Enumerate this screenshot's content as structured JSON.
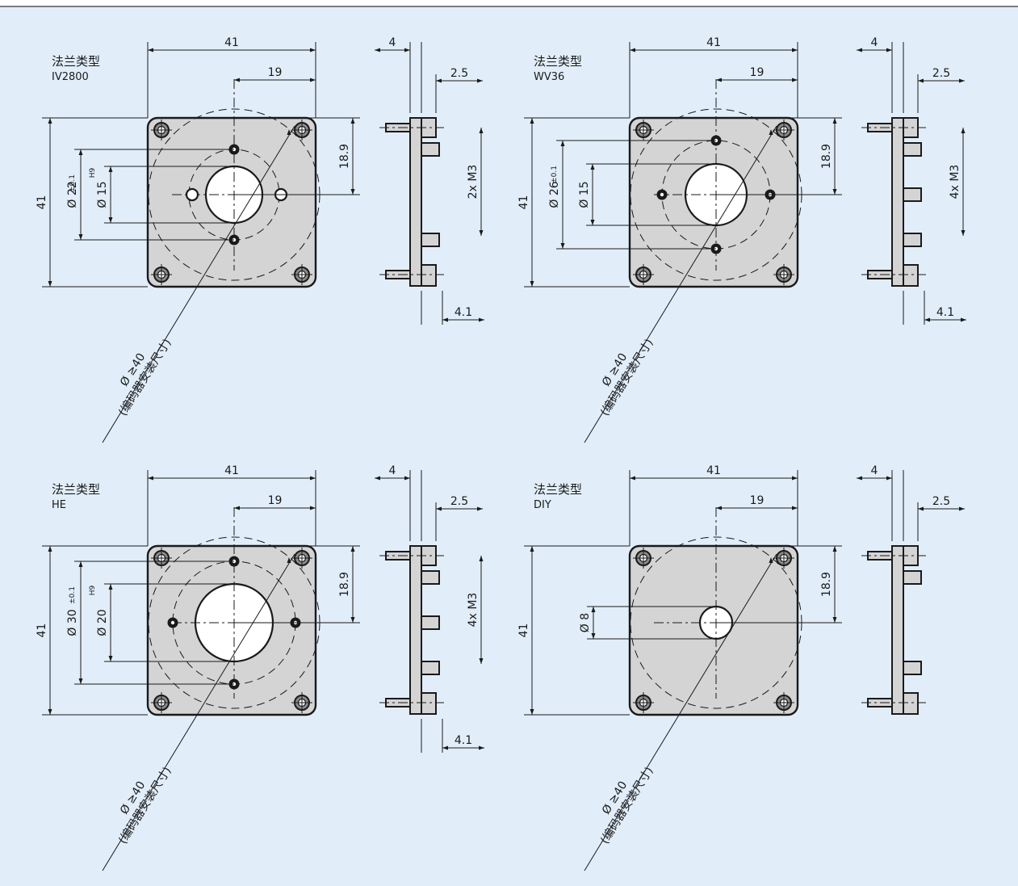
{
  "panels": [
    {
      "title": "法兰类型",
      "type_name": "IV2800",
      "dims": {
        "width": "41",
        "offset": "19",
        "height": "41",
        "vert": "18.9",
        "outer_dia": "Ø 22",
        "outer_tol": "±0.1",
        "inner_dia": "Ø 15",
        "inner_fit": "H9",
        "encoder": "Ø ≥40",
        "encoder_note": "(编码器安装尺寸)"
      },
      "side": {
        "t1": "4",
        "t2": "2.5",
        "thread": "2x M3",
        "t3": "4.1"
      }
    },
    {
      "title": "法兰类型",
      "type_name": "WV36",
      "dims": {
        "width": "41",
        "offset": "19",
        "height": "41",
        "vert": "18.9",
        "outer_dia": "Ø 26",
        "outer_tol": "±0.1",
        "inner_dia": "Ø 15",
        "inner_fit": "",
        "encoder": "Ø ≥40",
        "encoder_note": "(编码器安装尺寸)"
      },
      "side": {
        "t1": "4",
        "t2": "2.5",
        "thread": "4x M3",
        "t3": "4.1"
      }
    },
    {
      "title": "法兰类型",
      "type_name": "HE",
      "dims": {
        "width": "41",
        "offset": "19",
        "height": "41",
        "vert": "18.9",
        "outer_dia": "Ø 30",
        "outer_tol": "±0.1",
        "inner_dia": "Ø 20",
        "inner_fit": "H9",
        "encoder": "Ø ≥40",
        "encoder_note": "(编码器安装尺寸)"
      },
      "side": {
        "t1": "4",
        "t2": "2.5",
        "thread": "4x M3",
        "t3": "4.1"
      }
    },
    {
      "title": "法兰类型",
      "type_name": "DIY",
      "dims": {
        "width": "41",
        "offset": "19",
        "height": "41",
        "vert": "18.9",
        "outer_dia": "",
        "outer_tol": "",
        "inner_dia": "Ø 8",
        "inner_fit": "",
        "encoder": "Ø ≥40",
        "encoder_note": "(编码器安装尺寸)"
      },
      "side": {
        "t1": "4",
        "t2": "2.5",
        "thread": "",
        "t3": ""
      }
    }
  ],
  "colors": {
    "background": "#e1eefa",
    "plate": "#d4d4d4",
    "line": "#1a1a1a"
  }
}
